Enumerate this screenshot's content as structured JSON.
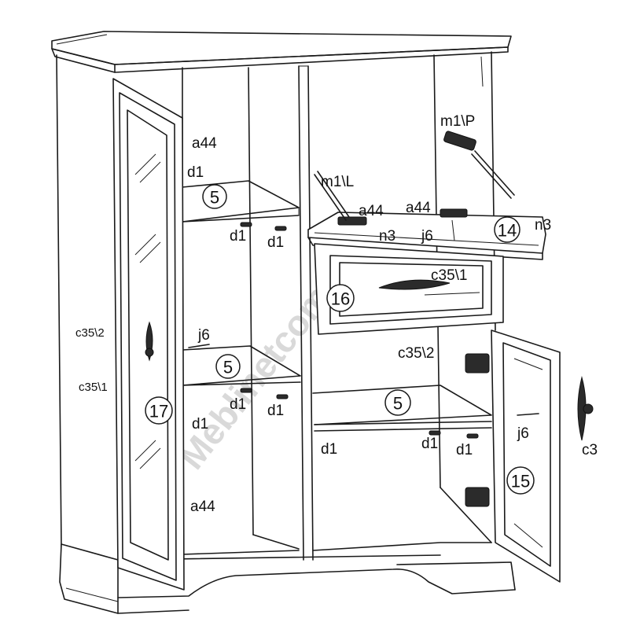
{
  "watermark": "Meblinetcom",
  "hardware_labels": {
    "a44_top_left": "a44",
    "a44_bottom_left": "a44",
    "a44_flap_1": "a44",
    "a44_flap_2": "a44",
    "d1_shelf_top": "d1",
    "d1_pin_1": "d1",
    "d1_pin_2": "d1",
    "d1_pin_3": "d1",
    "d1_pin_4": "d1",
    "d1_left_lower": "d1",
    "d1_right_lower": "d1",
    "d1_pin_5": "d1",
    "d1_pin_6": "d1",
    "j6_left": "j6",
    "j6_flap": "j6",
    "j6_right": "j6",
    "n3_flap": "n3",
    "n3_right": "n3",
    "m1_l": "m1\\L",
    "m1_p": "m1\\P",
    "c35_1_drawer": "c35\\1",
    "c35_2_left": "c35\\2",
    "c35_1_left": "c35\\1",
    "c35_2_right": "c35\\2",
    "c3_cut": "c3"
  },
  "part_numbers": {
    "shelf_upper": "5",
    "shelf_middle": "5",
    "shelf_right": "5",
    "flap": "14",
    "door_right": "15",
    "drawer": "16",
    "door_left": "17"
  }
}
